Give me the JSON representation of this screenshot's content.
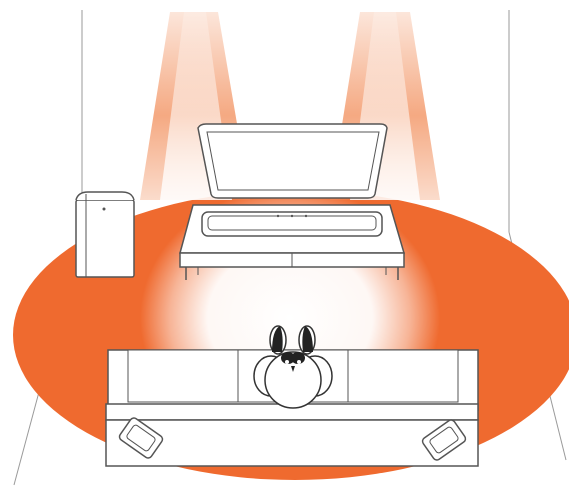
{
  "diagram": {
    "name": "surround-sound-speaker-setup",
    "components": [
      {
        "id": "tv",
        "icon": "tv-icon"
      },
      {
        "id": "soundbar",
        "icon": "soundbar-icon"
      },
      {
        "id": "media-console",
        "icon": "tv-stand-icon"
      },
      {
        "id": "subwoofer",
        "icon": "subwoofer-icon"
      },
      {
        "id": "sofa",
        "icon": "sofa-icon"
      },
      {
        "id": "listener",
        "icon": "person-icon"
      },
      {
        "id": "rear-left-speaker",
        "icon": "speaker-icon"
      },
      {
        "id": "rear-right-speaker",
        "icon": "speaker-icon"
      },
      {
        "id": "sound-field",
        "icon": "sound-field-icon"
      },
      {
        "id": "ceiling-beams",
        "icon": "sound-beam-icon"
      }
    ]
  },
  "colors": {
    "sound_field": "#ef6a2f",
    "beam": "#f39a6c",
    "outline": "#555555",
    "fill": "#ffffff",
    "wall_line": "#9a9a9a",
    "hair": "#222222"
  }
}
